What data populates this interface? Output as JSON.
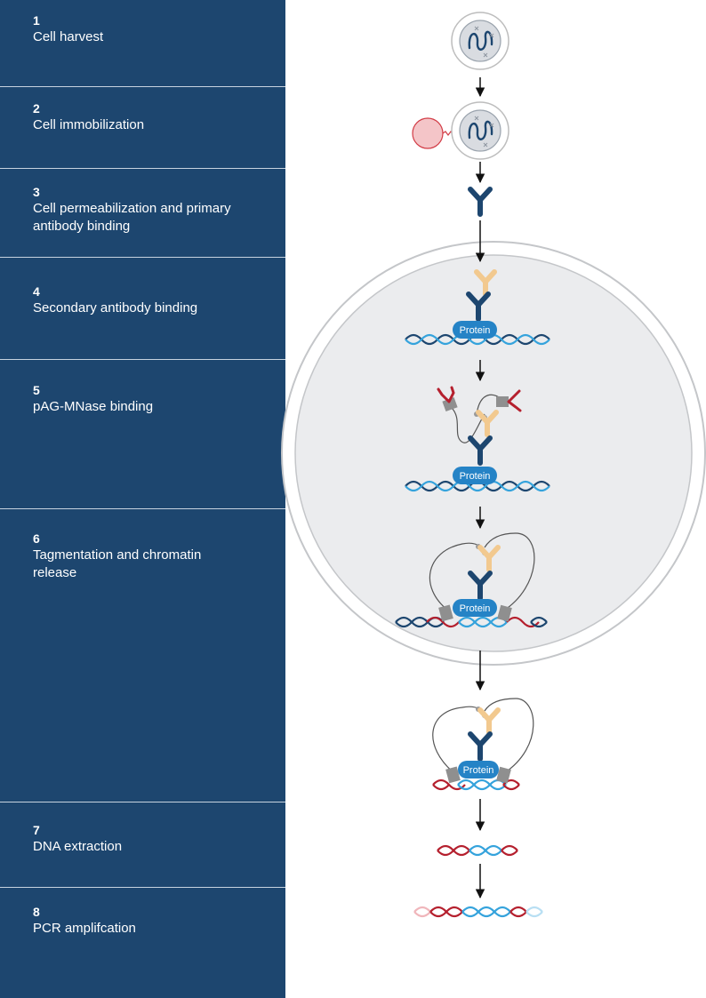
{
  "steps": [
    {
      "num": "1",
      "label": "Cell harvest"
    },
    {
      "num": "2",
      "label": "Cell immobilization"
    },
    {
      "num": "3",
      "label": "Cell permeabilization and primary antibody binding"
    },
    {
      "num": "4",
      "label": "Secondary antibody binding"
    },
    {
      "num": "5",
      "label": "pAG-MNase binding"
    },
    {
      "num": "6",
      "label": "Tagmentation and chromatin release"
    },
    {
      "num": "7",
      "label": "DNA extraction"
    },
    {
      "num": "8",
      "label": "PCR amplifcation"
    }
  ],
  "protein_labels": [
    "Protein",
    "Protein",
    "Protein",
    "Protein"
  ],
  "colors": {
    "sidebar": "#1d466f",
    "dna_dark": "#1d466f",
    "dna_light": "#35a3dc",
    "dna_red": "#b5202e",
    "protein": "#2583c6",
    "secondary_antibody": "#f2c98f",
    "bead": "#f4c5c8",
    "nucleus": "#ebecee"
  },
  "icons": [
    "cell-icon",
    "bead-icon",
    "primary-antibody-icon",
    "secondary-antibody-icon",
    "pag-mnase-icon",
    "dna-icon",
    "arrow-down-icon"
  ]
}
